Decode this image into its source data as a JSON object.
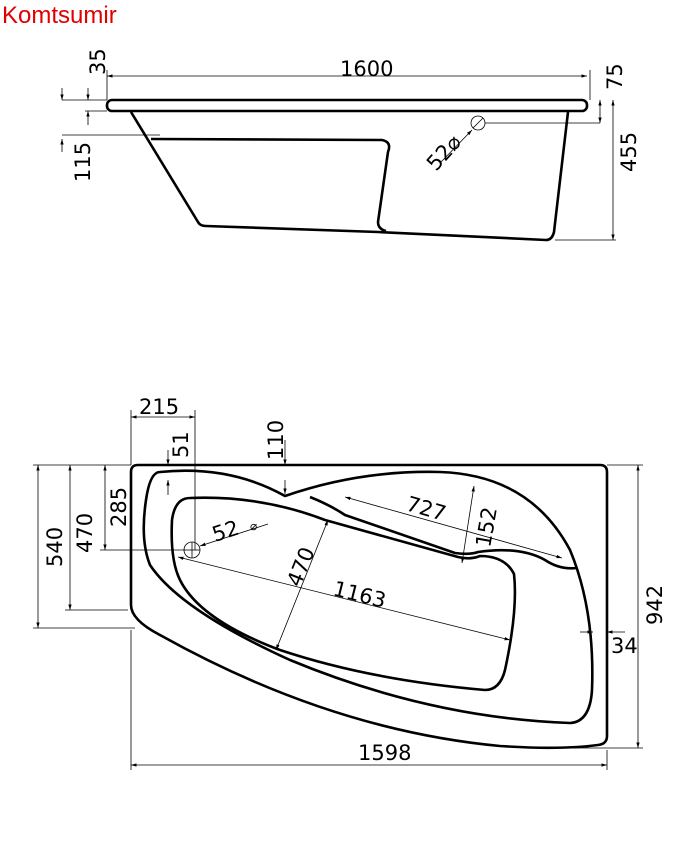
{
  "brand": "Komtsumir",
  "side_view": {
    "length": "1600",
    "rim_thickness": "35",
    "rim_right": "75",
    "step_depth": "115",
    "height": "455",
    "drain_diameter": "52",
    "diameter_symbol": "⌀"
  },
  "top_view": {
    "drain_offset_x": "215",
    "drain_offset_inner": "51",
    "shelf_offset": "110",
    "drain_offset_y": "285",
    "basin_width_left": "470",
    "left_side_height": "540",
    "total_width": "942",
    "rim_right": "34",
    "total_length": "1598",
    "shelf_length": "727",
    "shelf_width": "152",
    "basin_width": "470",
    "basin_length": "1163",
    "drain_diameter": "52",
    "diameter_symbol": "⌀"
  }
}
